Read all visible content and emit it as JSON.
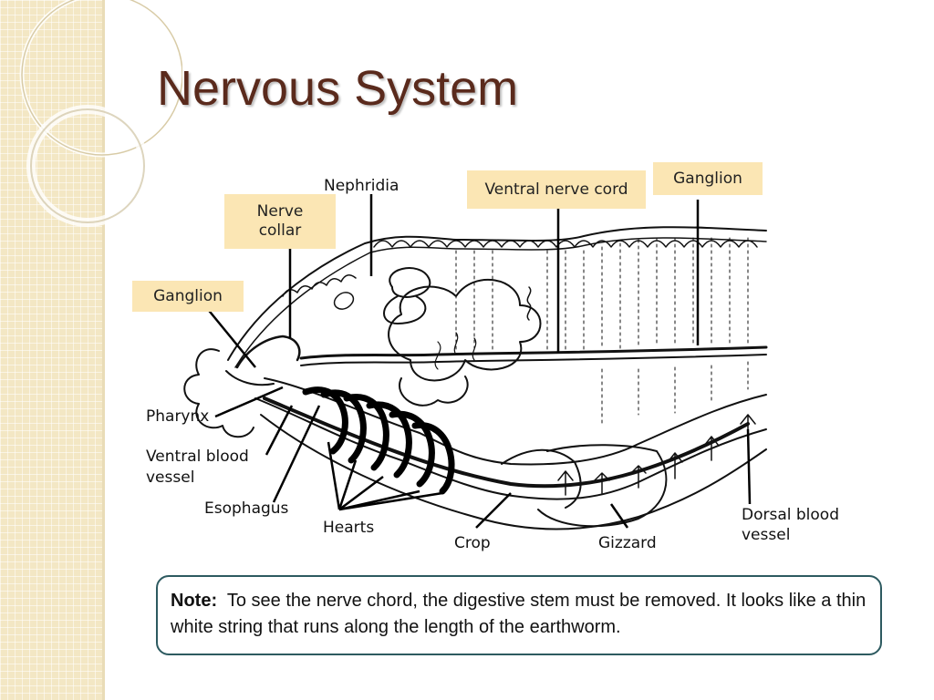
{
  "slide": {
    "title": "Nervous System"
  },
  "diagram": {
    "labels": {
      "nephridia": "Nephridia",
      "ventral_nerve_cord": "Ventral nerve cord",
      "ganglion_top": "Ganglion",
      "nerve_collar_line1": "Nerve",
      "nerve_collar_line2": "collar",
      "ganglion_left": "Ganglion",
      "pharynx": "Pharynx",
      "ventral_blood_vessel_line1": "Ventral blood",
      "ventral_blood_vessel_line2": "vessel",
      "esophagus": "Esophagus",
      "hearts": "Hearts",
      "crop": "Crop",
      "gizzard": "Gizzard",
      "dorsal_blood_vessel_line1": "Dorsal blood",
      "dorsal_blood_vessel_line2": "vessel"
    }
  },
  "note": {
    "label": "Note:",
    "text": "To see the nerve chord, the digestive stem must be removed. It looks like a thin white string that runs along the length of the earthworm."
  },
  "colors": {
    "title": "#5a2a1c",
    "highlight_box": "#fbe6b4",
    "note_border": "#2d5a60",
    "side_strip": "#f3e7c4"
  }
}
